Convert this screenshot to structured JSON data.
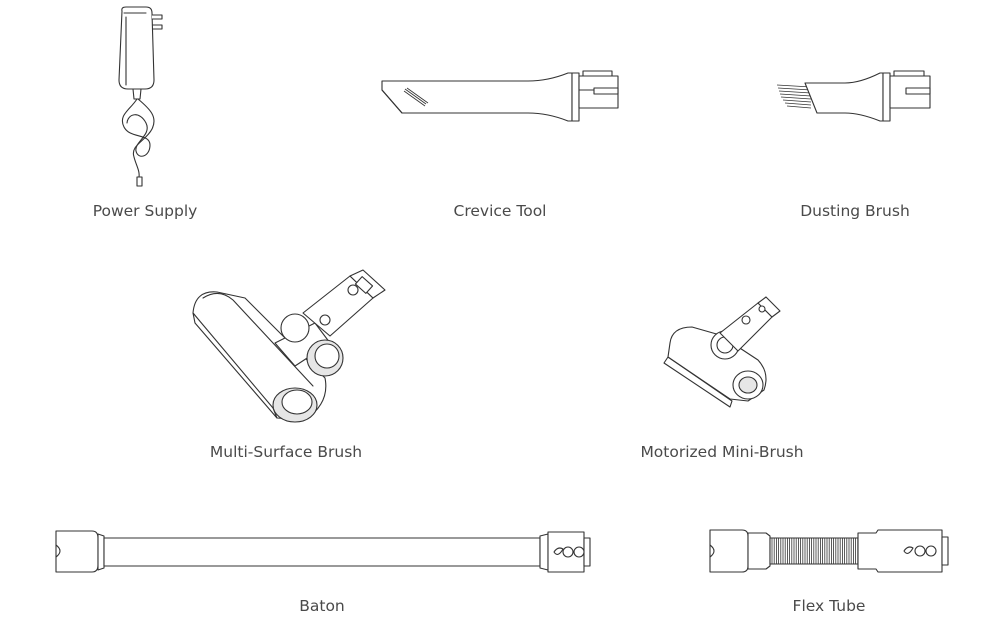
{
  "items": [
    {
      "id": "power-supply",
      "label": "Power Supply",
      "icon": "power-supply-icon"
    },
    {
      "id": "crevice-tool",
      "label": "Crevice Tool",
      "icon": "crevice-tool-icon"
    },
    {
      "id": "dusting-brush",
      "label": "Dusting Brush",
      "icon": "dusting-brush-icon"
    },
    {
      "id": "multi-surface-brush",
      "label": "Multi-Surface Brush",
      "icon": "multi-surface-brush-icon"
    },
    {
      "id": "motorized-mini-brush",
      "label": "Motorized Mini-Brush",
      "icon": "motorized-mini-brush-icon"
    },
    {
      "id": "baton",
      "label": "Baton",
      "icon": "baton-icon"
    },
    {
      "id": "flex-tube",
      "label": "Flex Tube",
      "icon": "flex-tube-icon"
    }
  ]
}
